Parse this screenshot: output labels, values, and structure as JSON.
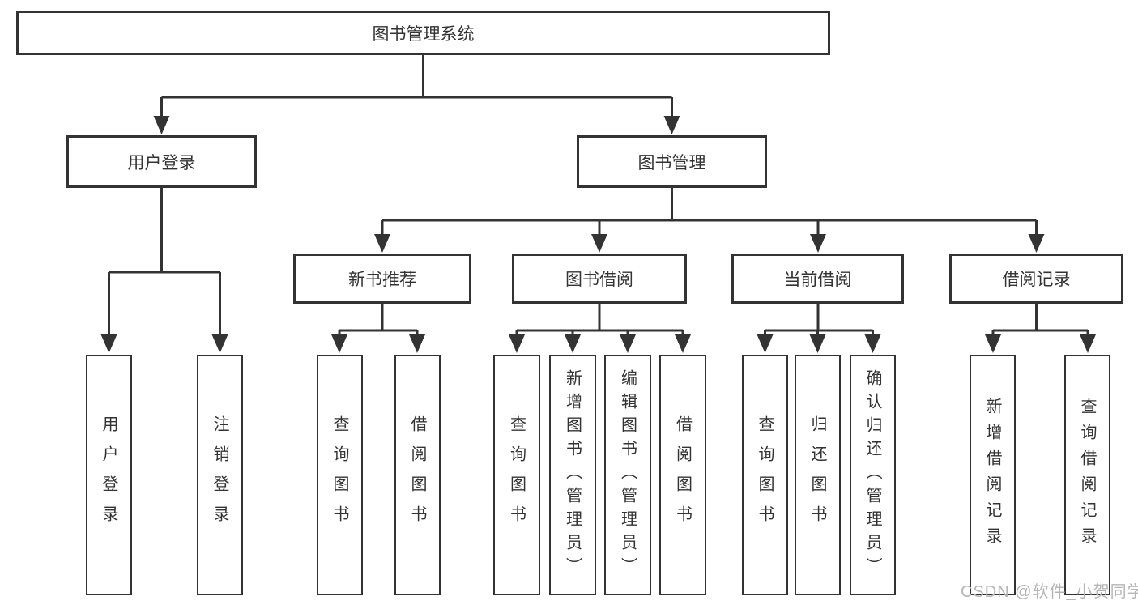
{
  "diagram": {
    "tree": {
      "label": "图书管理系统",
      "children": [
        {
          "label": "用户登录",
          "children": [
            {
              "label": "用户登录"
            },
            {
              "label": "注销登录"
            }
          ]
        },
        {
          "label": "图书管理",
          "children": [
            {
              "label": "新书推荐",
              "children": [
                {
                  "label": "查询图书"
                },
                {
                  "label": "借阅图书"
                }
              ]
            },
            {
              "label": "图书借阅",
              "children": [
                {
                  "label": "查询图书"
                },
                {
                  "label": "新增图书（管理员）"
                },
                {
                  "label": "编辑图书（管理员）"
                },
                {
                  "label": "借阅图书"
                }
              ]
            },
            {
              "label": "当前借阅",
              "children": [
                {
                  "label": "查询图书"
                },
                {
                  "label": "归还图书"
                },
                {
                  "label": "确认归还（管理员）"
                }
              ]
            },
            {
              "label": "借阅记录",
              "children": [
                {
                  "label": "新增借阅记录"
                },
                {
                  "label": "查询借阅记录"
                }
              ]
            }
          ]
        }
      ]
    },
    "colors": {
      "line": "#333333",
      "watermark": "#b5b5b5"
    },
    "watermark": {
      "text": "CSDN @软件_小贺同学"
    }
  }
}
